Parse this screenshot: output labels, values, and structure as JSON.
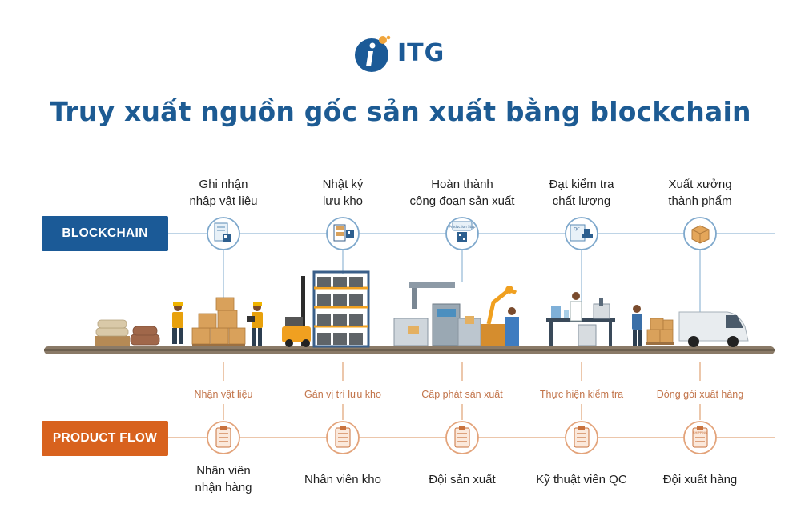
{
  "brand": {
    "name": "ITG",
    "primary_color": "#1b5a97",
    "accent_color": "#f0a53c"
  },
  "title": "Truy xuất nguồn gốc sản xuất bằng blockchain",
  "lanes": {
    "blockchain": {
      "label": "BLOCKCHAIN",
      "color": "#1b5a97"
    },
    "product_flow": {
      "label": "PRODUCT FLOW",
      "color": "#d8621e"
    }
  },
  "steps": [
    {
      "blockchain_label_1": "Ghi nhận",
      "blockchain_label_2": "nhập vật liệu",
      "flow_label": "Nhận vật liệu",
      "actor_1": "Nhân viên",
      "actor_2": "nhận hàng",
      "bc_icon": "document-qr-icon",
      "pf_icon": "checklist-icon"
    },
    {
      "blockchain_label_1": "Nhật ký",
      "blockchain_label_2": "lưu kho",
      "flow_label": "Gán vị trí lưu kho",
      "actor_1": "Nhân viên kho",
      "actor_2": "",
      "bc_icon": "warehouse-qr-icon",
      "pf_icon": "checklist-icon"
    },
    {
      "blockchain_label_1": "Hoàn thành",
      "blockchain_label_2": "công đoạn sản xuất",
      "flow_label": "Cấp phát sản xuất",
      "actor_1": "Đội sản xuất",
      "actor_2": "",
      "bc_icon": "production-step-qr-icon",
      "pf_icon": "checklist-icon"
    },
    {
      "blockchain_label_1": "Đạt kiểm tra",
      "blockchain_label_2": "chất lượng",
      "flow_label": "Thực hiện kiểm tra",
      "actor_1": "Kỹ thuật viên QC",
      "actor_2": "",
      "bc_icon": "qc-stamp-icon",
      "pf_icon": "checklist-icon"
    },
    {
      "blockchain_label_1": "Xuất xưởng",
      "blockchain_label_2": "thành phẩm",
      "flow_label": "Đóng gói xuất hàng",
      "actor_1": "Đội xuất hàng",
      "actor_2": "",
      "bc_icon": "package-box-icon",
      "pf_icon": "shipping-clipboard-icon"
    }
  ],
  "icon_texts": {
    "production_step": "Production Step",
    "qc": "QC",
    "shipping": "SHIPPING"
  }
}
